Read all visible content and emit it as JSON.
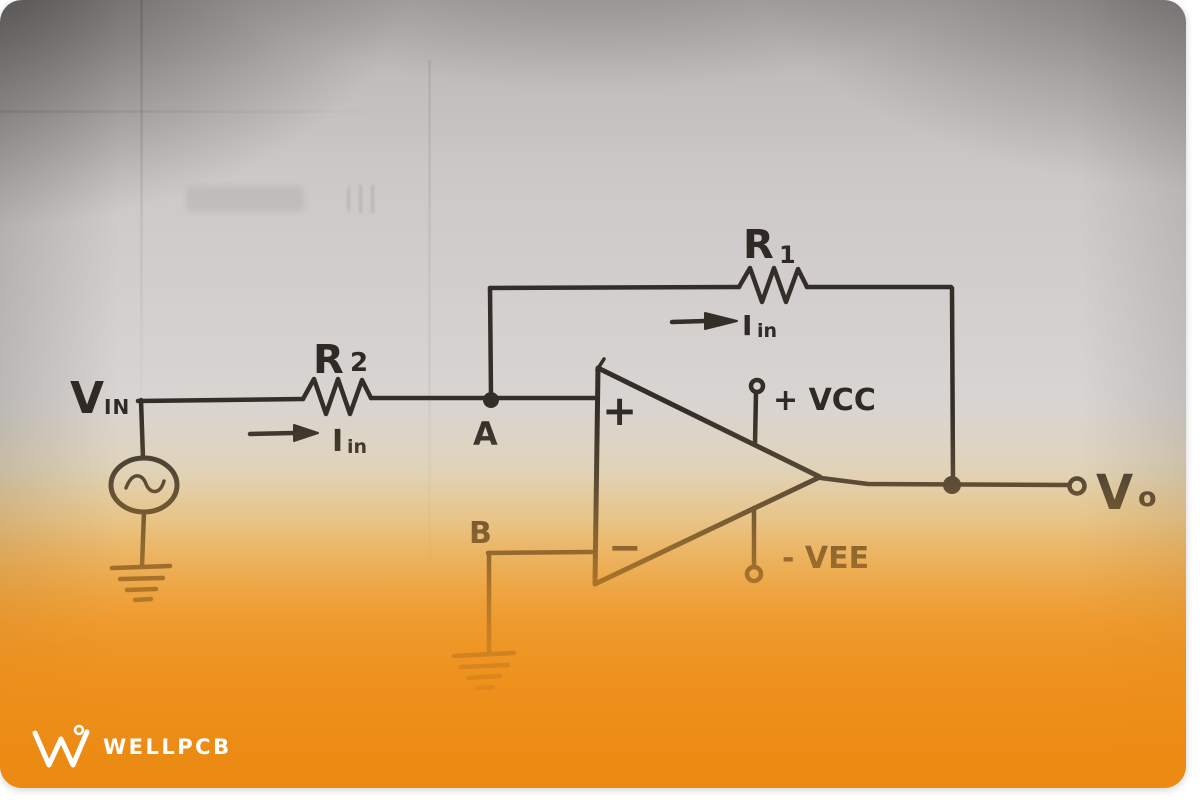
{
  "watermark": {
    "brand": "WELLPCB"
  },
  "labels": {
    "vin": {
      "main": "V",
      "sub": "IN"
    },
    "r2": {
      "main": "R",
      "sub": "2"
    },
    "r1": {
      "main": "R",
      "sub": "1"
    },
    "iin_input": {
      "main": "I",
      "sub": "in"
    },
    "iin_feedback": {
      "main": "I",
      "sub": "in"
    },
    "node_a": "A",
    "node_b": "B",
    "opamp_noninverting": "+",
    "opamp_inverting": "−",
    "vcc": "+ VCC",
    "vee": "- VEE",
    "vo": {
      "main": "V",
      "sub": "o"
    }
  },
  "colors": {
    "ink": "#332e28",
    "paper_gray": "#d3cfce",
    "paper_cream": "#e5d5b2",
    "orange": "#e88e1f",
    "logo": "#ffffff"
  }
}
